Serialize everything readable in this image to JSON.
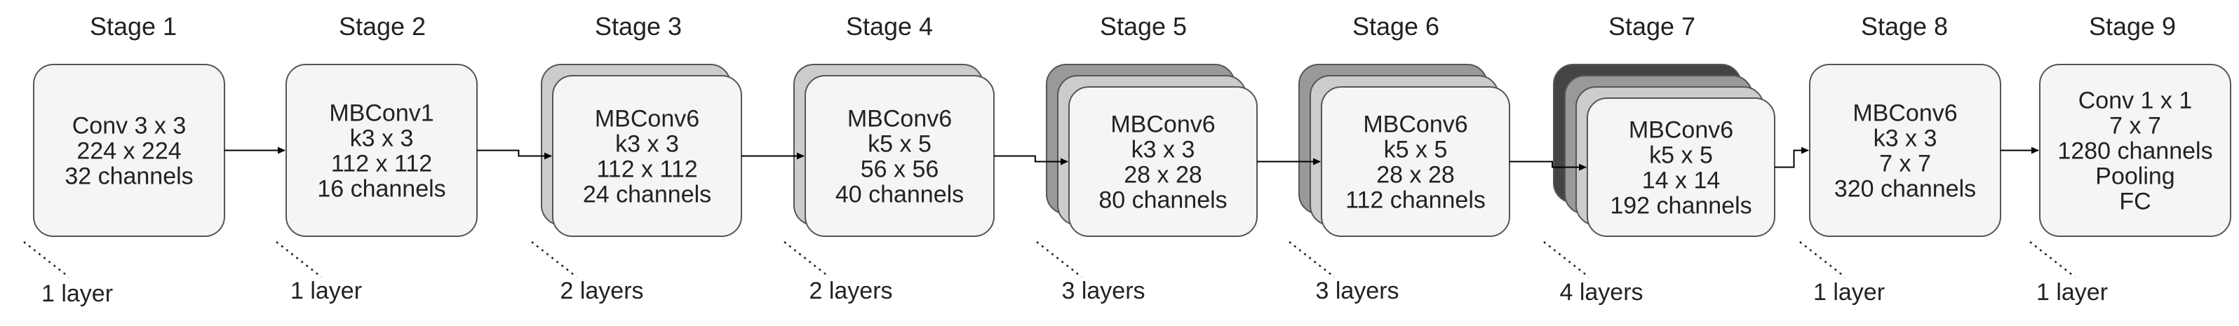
{
  "diagram": {
    "stages": [
      {
        "title": "Stage 1",
        "lines": [
          "Conv 3 x 3",
          "224 x 224",
          "32 channels"
        ],
        "layers": "1 layer",
        "depth": 1
      },
      {
        "title": "Stage 2",
        "lines": [
          "MBConv1",
          "k3 x 3",
          "112 x 112",
          "16 channels"
        ],
        "layers": "1 layer",
        "depth": 1
      },
      {
        "title": "Stage 3",
        "lines": [
          "MBConv6",
          "k3 x 3",
          "112 x 112",
          "24 channels"
        ],
        "layers": "2 layers",
        "depth": 2
      },
      {
        "title": "Stage 4",
        "lines": [
          "MBConv6",
          "k5 x 5",
          "56 x 56",
          "40 channels"
        ],
        "layers": "2 layers",
        "depth": 2
      },
      {
        "title": "Stage 5",
        "lines": [
          "MBConv6",
          "k3 x 3",
          "28 x 28",
          "80 channels"
        ],
        "layers": "3 layers",
        "depth": 3
      },
      {
        "title": "Stage 6",
        "lines": [
          "MBConv6",
          "k5 x 5",
          "28 x 28",
          "112 channels"
        ],
        "layers": "3 layers",
        "depth": 3
      },
      {
        "title": "Stage 7",
        "lines": [
          "MBConv6",
          "k5 x 5",
          "14 x 14",
          "192 channels"
        ],
        "layers": "4 layers",
        "depth": 4
      },
      {
        "title": "Stage 8",
        "lines": [
          "MBConv6",
          "k3 x 3",
          "7 x 7",
          "320 channels"
        ],
        "layers": "1 layer",
        "depth": 1
      },
      {
        "title": "Stage 9",
        "lines": [
          "Conv 1 x 1",
          "7 x 7",
          "1280 channels",
          "Pooling",
          "FC"
        ],
        "layers": "1 layer",
        "depth": 1
      }
    ],
    "colors": {
      "front_fill": "#f5f5f5",
      "stroke": "#555555",
      "shadow_1": "#cccccc",
      "shadow_2": "#999999",
      "shadow_3": "#444444",
      "arrow": "#000000"
    }
  }
}
